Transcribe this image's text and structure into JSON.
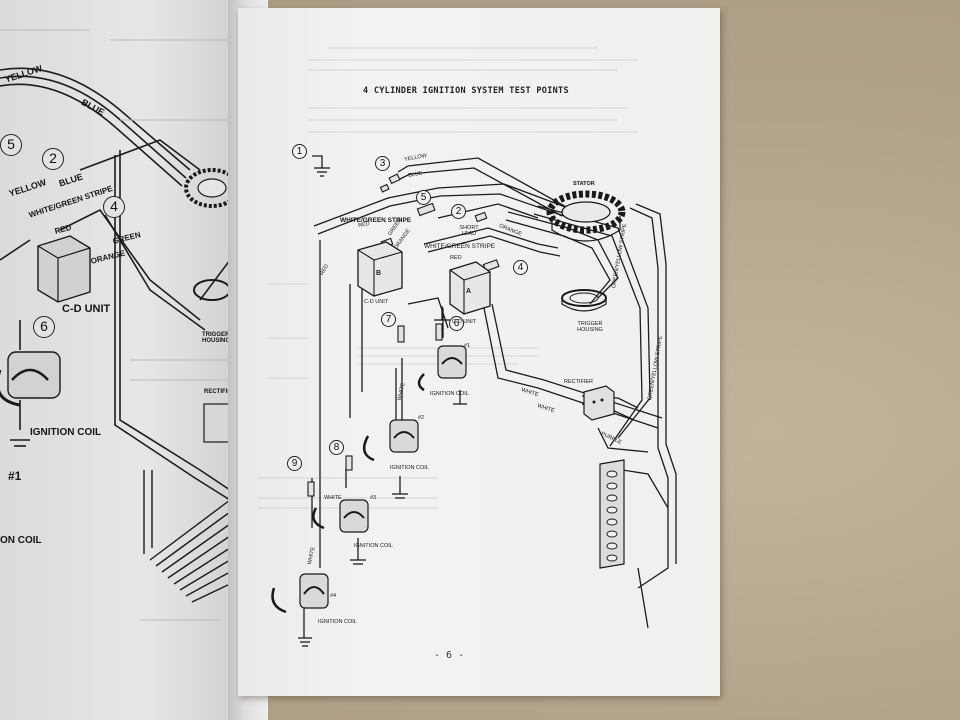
{
  "right_page": {
    "title": "4 CYLINDER IGNITION SYSTEM TEST POINTS",
    "page_number": "- 6 -",
    "test_points": [
      "1",
      "2",
      "3",
      "4",
      "5",
      "6",
      "7",
      "8",
      "9"
    ],
    "labels": {
      "stator": "STATOR",
      "yellow": "YELLOW",
      "blue": "BLUE",
      "white_green_stripe": "WHITE/GREEN STRIPE",
      "white_green_stripe_2": "WHITE/GREEN STRIPE",
      "red": "RED",
      "red_2": "RED",
      "red_3": "RED",
      "green": "GREEN",
      "orange": "ORANGE",
      "orange_2": "ORANGE",
      "short_lead": "SHORT LEAD",
      "cd_unit_b": "C-D UNIT",
      "cd_unit_a": "C-D UNIT",
      "box_b": "B",
      "box_a": "A",
      "trigger_housing": "TRIGGER HOUSING",
      "green_yellow_stripe": "GREEN/YELLOW STRIPE",
      "green_yellow_stripe_2": "GREEN/YELLOW STRIPE",
      "rectifier": "RECTIFIER",
      "purple": "PURPLE",
      "white": "WHITE",
      "white_2": "WHITE",
      "white_3": "WHITE",
      "white_4": "WHITE",
      "white_5": "WHITE",
      "coil_1": "#1",
      "coil_2": "#2",
      "coil_3": "#3",
      "coil_4": "#4",
      "ignition_coil": "IGNITION COIL",
      "ignition_coil_2": "IGNITION COIL",
      "ignition_coil_3": "IGNITION COIL",
      "ignition_coil_4": "IGNITION COIL"
    }
  },
  "left_page": {
    "test_points": [
      "5",
      "2",
      "4",
      "6"
    ],
    "labels": {
      "yellow": "YELLOW",
      "blue": "BLUE",
      "yellow_2": "YELLOW",
      "blue_2": "BLUE",
      "white_green_stripe": "WHITE/GREEN STRIPE",
      "red": "RED",
      "green": "GREEN",
      "orange": "ORANGE",
      "cd_unit": "C-D UNIT",
      "trigger_housing": "TRIGGER HOUSING",
      "rectifier": "RECTIFIE",
      "ignition_coil": "IGNITION COIL",
      "coil_number": "#1",
      "coil_fragment": "ON COIL"
    }
  }
}
